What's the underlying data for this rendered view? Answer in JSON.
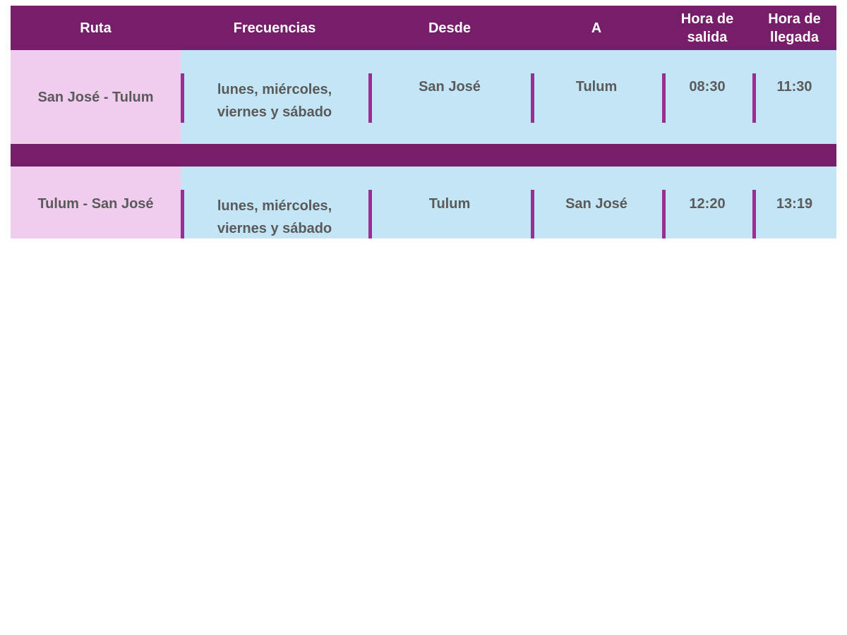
{
  "table": {
    "headers": {
      "ruta": "Ruta",
      "frecuencias": "Frecuencias",
      "desde": "Desde",
      "a": "A",
      "hora_salida": "Hora de\nsalida",
      "hora_llegada": "Hora de\nllegada"
    },
    "rows": [
      {
        "ruta": "San José - Tulum",
        "frecuencias": "lunes, miércoles,\nviernes y sábado",
        "desde": "San José",
        "a": "Tulum",
        "salida": "08:30",
        "llegada": "11:30"
      },
      {
        "ruta": "Tulum - San José",
        "frecuencias": "lunes, miércoles,\nviernes y sábado",
        "desde": "Tulum",
        "a": "San José",
        "salida": "12:20",
        "llegada": "13:19"
      }
    ]
  },
  "colors": {
    "header_bg": "#771e6b",
    "route_cell_bg": "#f0cdee",
    "row_bg": "#c3e5f5",
    "separator_bar": "#9b2d93",
    "text": "#5a5a5a"
  }
}
